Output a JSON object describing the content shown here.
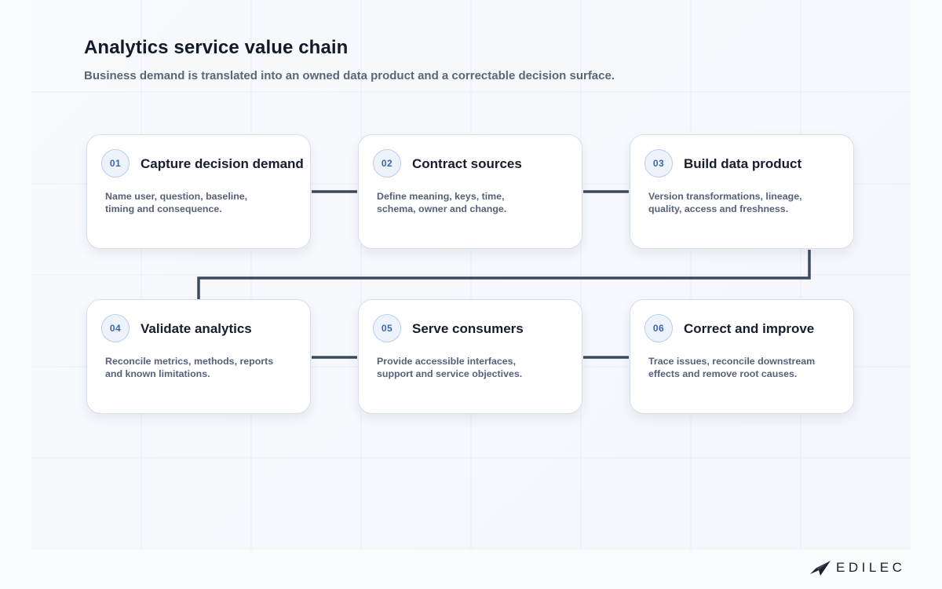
{
  "header": {
    "title": "Analytics service value chain",
    "subtitle": "Business demand is translated into an owned data product and a correctable decision surface."
  },
  "steps": [
    {
      "number": "01",
      "title": "Capture decision demand",
      "description": "Name user, question, baseline, timing and consequence."
    },
    {
      "number": "02",
      "title": "Contract sources",
      "description": "Define meaning, keys, time, schema, owner and change."
    },
    {
      "number": "03",
      "title": "Build data product",
      "description": "Version transformations, lineage, quality, access and freshness."
    },
    {
      "number": "04",
      "title": "Validate analytics",
      "description": "Reconcile metrics, methods, reports and known limitations."
    },
    {
      "number": "05",
      "title": "Serve consumers",
      "description": "Provide accessible interfaces, support and service objectives."
    },
    {
      "number": "06",
      "title": "Correct and improve",
      "description": "Trace issues, reconcile downstream effects and remove root causes."
    }
  ],
  "brand": {
    "name": "EDILEC",
    "colors": {
      "connector": "#3d4a5e",
      "badge_text": "#3a64b0",
      "title_text": "#131a2b"
    }
  }
}
